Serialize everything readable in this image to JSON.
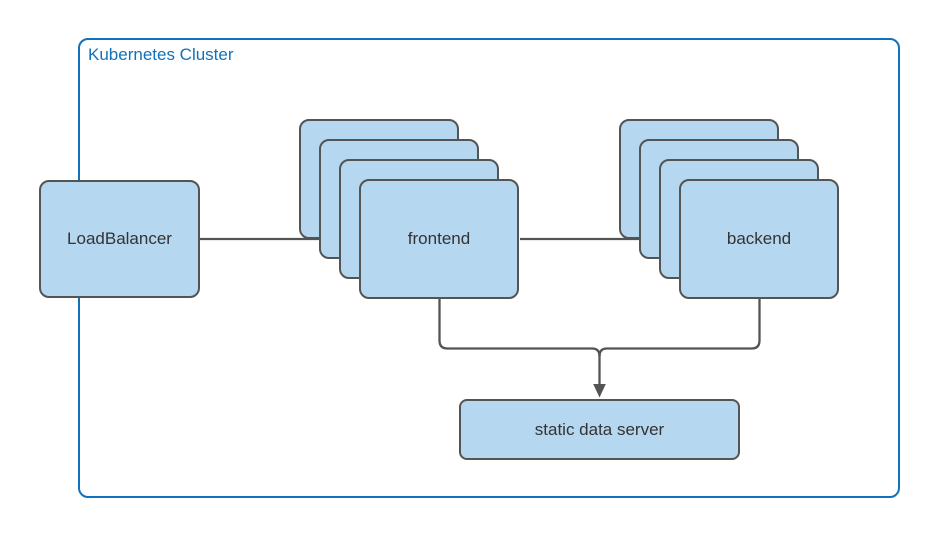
{
  "diagram": {
    "cluster_label": "Kubernetes Cluster",
    "nodes": {
      "loadbalancer": {
        "label": "LoadBalancer"
      },
      "frontend": {
        "label": "frontend",
        "replicas_shown": 4
      },
      "backend": {
        "label": "backend",
        "replicas_shown": 4
      },
      "static_data_server": {
        "label": "static data server"
      }
    },
    "edges": [
      {
        "from": "loadbalancer",
        "to": "frontend",
        "arrow": true
      },
      {
        "from": "frontend",
        "to": "backend",
        "arrow": true
      },
      {
        "from": "frontend",
        "to": "static_data_server",
        "arrow": true
      },
      {
        "from": "backend",
        "to": "static_data_server",
        "arrow": true
      }
    ],
    "colors": {
      "cluster_border": "#1072ba",
      "node_fill": "#b5d7f0",
      "node_border": "#545454",
      "connector": "#545454",
      "label_text": "#333333"
    }
  }
}
